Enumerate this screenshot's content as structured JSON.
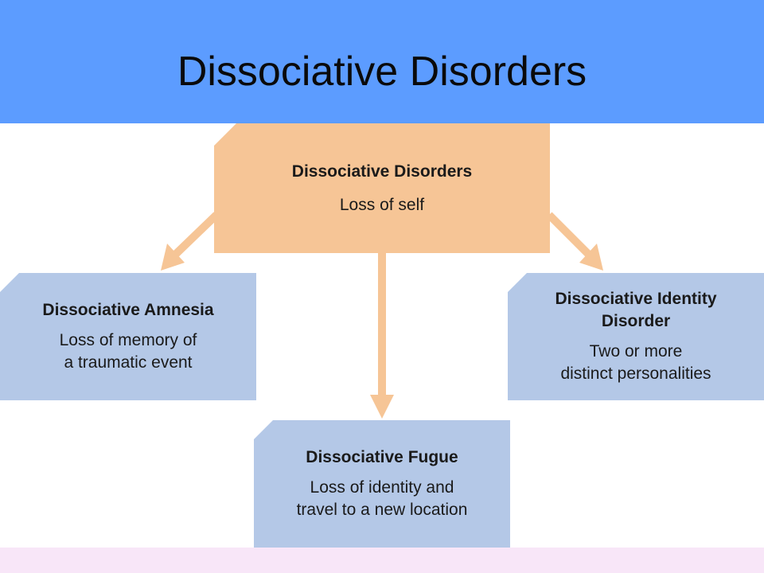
{
  "slide": {
    "title": "Dissociative Disorders"
  },
  "diagram": {
    "root": {
      "name": "Dissociative Disorders",
      "description": "Loss of self"
    },
    "children": [
      {
        "name": "Dissociative Amnesia",
        "description_line1": "Loss of memory of",
        "description_line2": "a traumatic event"
      },
      {
        "name": "Dissociative Fugue",
        "description_line1": "Loss of identity and",
        "description_line2": "travel to a new location"
      },
      {
        "name_line1": "Dissociative Identity",
        "name_line2": "Disorder",
        "description_line1": "Two or more",
        "description_line2": "distinct personalities"
      }
    ]
  },
  "colors": {
    "header": "#5c9cff",
    "root_box": "#f6c596",
    "child_box": "#b4c8e7",
    "arrow": "#f6c596",
    "footer_band": "#f8e6f8"
  }
}
